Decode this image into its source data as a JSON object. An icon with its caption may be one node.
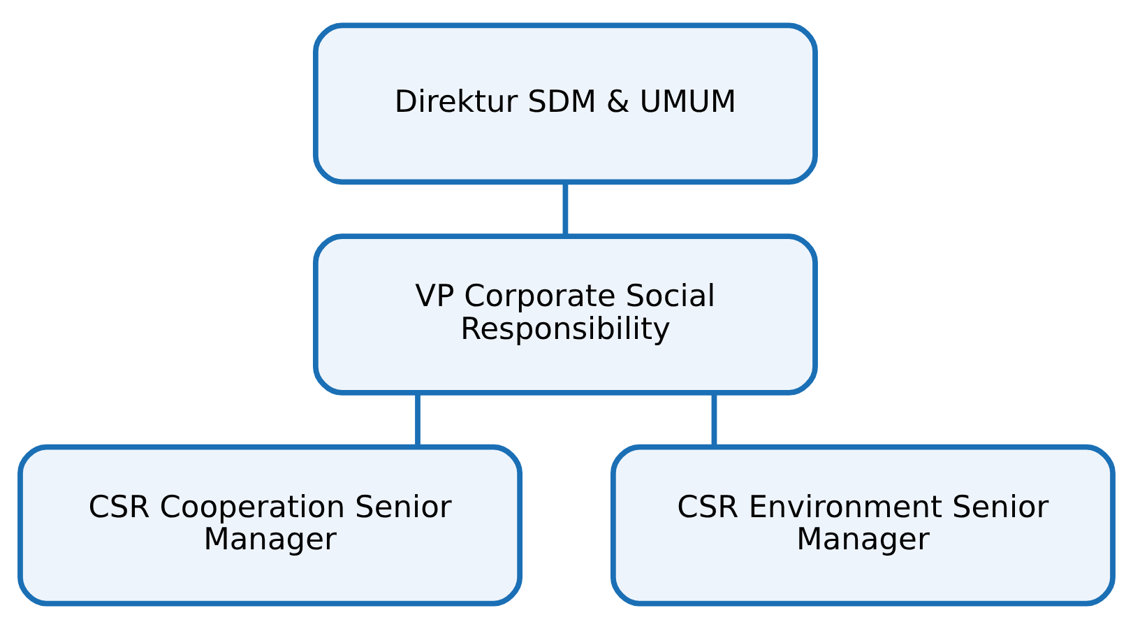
{
  "diagram": {
    "nodes": [
      {
        "text": [
          "Direktur SDM & UMUM"
        ]
      },
      {
        "text": [
          "VP Corporate Social Responsibility"
        ]
      },
      {
        "text": [
          "CSR Cooperation Senior Manager"
        ]
      },
      {
        "text": [
          "CSR Environment Senior Manager"
        ]
      }
    ],
    "edges": [
      {
        "from": 0,
        "to": 1,
        "arrow": "none"
      },
      {
        "from": 1,
        "to": 2,
        "arrow": "none"
      },
      {
        "from": 1,
        "to": 3,
        "arrow": "none"
      }
    ]
  }
}
